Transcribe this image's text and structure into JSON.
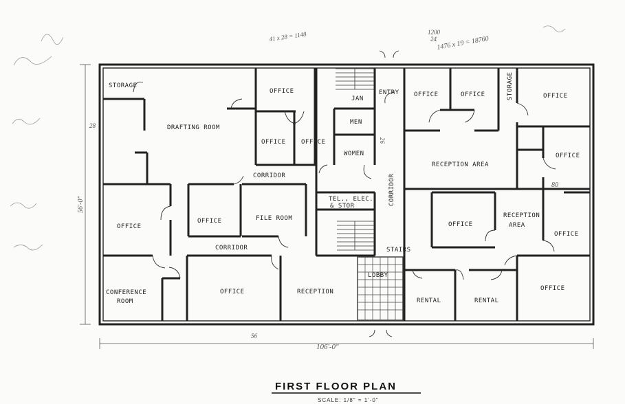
{
  "rooms": {
    "storage_left": "STORAGE",
    "drafting_room": "DRAFTING ROOM",
    "office_top": "OFFICE",
    "office_mid_a": "OFFICE",
    "office_mid_b": "OFFICE",
    "jan": "JAN",
    "entry": "ENTRY",
    "men": "MEN",
    "women": "WOMEN",
    "corridor_top": "CORRIDOR",
    "tel_elec": "TEL., ELEC.",
    "tel_stor": "& STOR",
    "corridor_vertical": "CORRIDOR",
    "office_left": "OFFICE",
    "office_center_left": "OFFICE",
    "file_room": "FILE ROOM",
    "corridor_bottom": "CORRIDOR",
    "conference": "CONFERENCE",
    "conference_2": "ROOM",
    "office_bottom_big": "OFFICE",
    "reception_left": "RECEPTION",
    "lobby": "LOBBY",
    "stairs": "STAIRS",
    "office_r1": "OFFICE",
    "office_r2": "OFFICE",
    "storage_right": "STORAGE",
    "office_r3": "OFFICE",
    "reception_area_top": "RECEPTION AREA",
    "office_r4": "OFFICE",
    "office_r5": "OFFICE",
    "reception_area_mid": "RECEPTION",
    "reception_area_mid2": "AREA",
    "office_r6": "OFFICE",
    "rental_1": "RENTAL",
    "rental_2": "RENTAL",
    "office_r7": "OFFICE"
  },
  "dimensions": {
    "width": "106'-0\"",
    "depth": "56'-0\"",
    "left_28": "28",
    "bottom_56": "56",
    "vert_26": "26"
  },
  "notes": {
    "calc": "1476 x 19 = 18760",
    "calc_top": "1200",
    "calc_top2": "24",
    "dims_top": "41 x 28 = 1148",
    "num_80": "80"
  },
  "footer": {
    "title": "FIRST FLOOR PLAN",
    "scale": "SCALE: 1/8\" = 1'-0\""
  }
}
